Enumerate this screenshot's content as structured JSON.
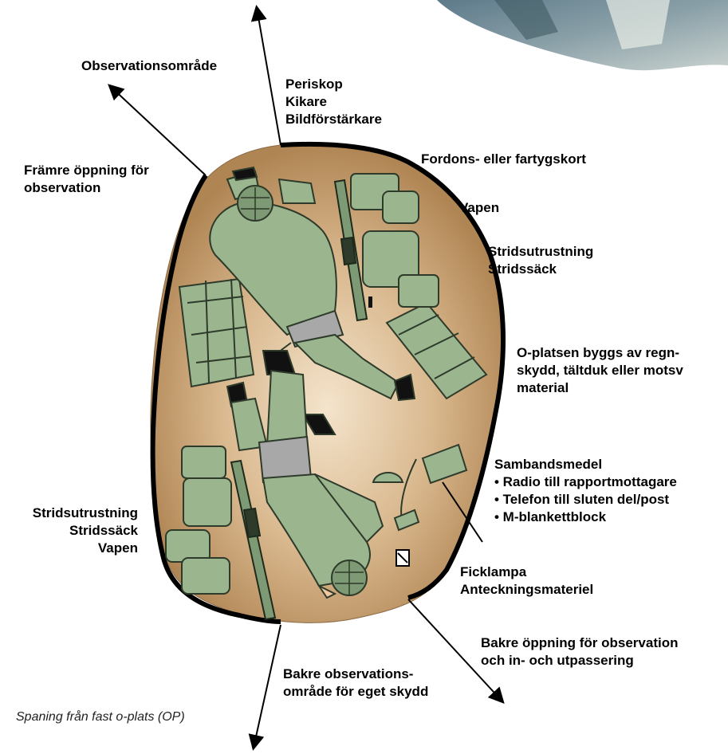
{
  "labels": {
    "observation_area": "Observationsområde",
    "optics": [
      "Periskop",
      "Kikare",
      "Bildförstärkare"
    ],
    "front_opening": [
      "Främre öppning för",
      "observation"
    ],
    "map": "Fordons- eller fartygskort",
    "weapon": "Vapen",
    "combat_gear": [
      "Stridsutrustning",
      "Stridssäck"
    ],
    "construction": [
      "O-platsen byggs av regn-",
      "skydd, tältduk eller motsv",
      "material"
    ],
    "comms_title": "Sambandsmedel",
    "comms_items": [
      "• Radio till rapportmottagare",
      "• Telefon till sluten del/post",
      "• M-blankettblock"
    ],
    "left_gear": [
      "Stridsutrustning",
      "Stridssäck",
      "Vapen"
    ],
    "light": [
      "Ficklampa",
      "Anteckningsmateriel"
    ],
    "rear_opening": [
      "Bakre öppning för observation",
      "och in- och utpassering"
    ],
    "rear_area": [
      "Bakre observations-",
      "område för eget skydd"
    ]
  },
  "caption": "Spaning från fast o-plats (OP)",
  "colors": {
    "ground": "#b58c5c",
    "ground_light": "#f0dcc0",
    "uniform": "#9bb58f",
    "uniform_stroke": "#2e3a2a",
    "wall": "#000000",
    "trousers_patch": "#a8a8a8"
  },
  "icons": [
    "helmet-icon",
    "rifle-icon",
    "backpack-icon",
    "radio-icon",
    "notebook-icon",
    "flashlight-icon",
    "binoculars-icon"
  ]
}
